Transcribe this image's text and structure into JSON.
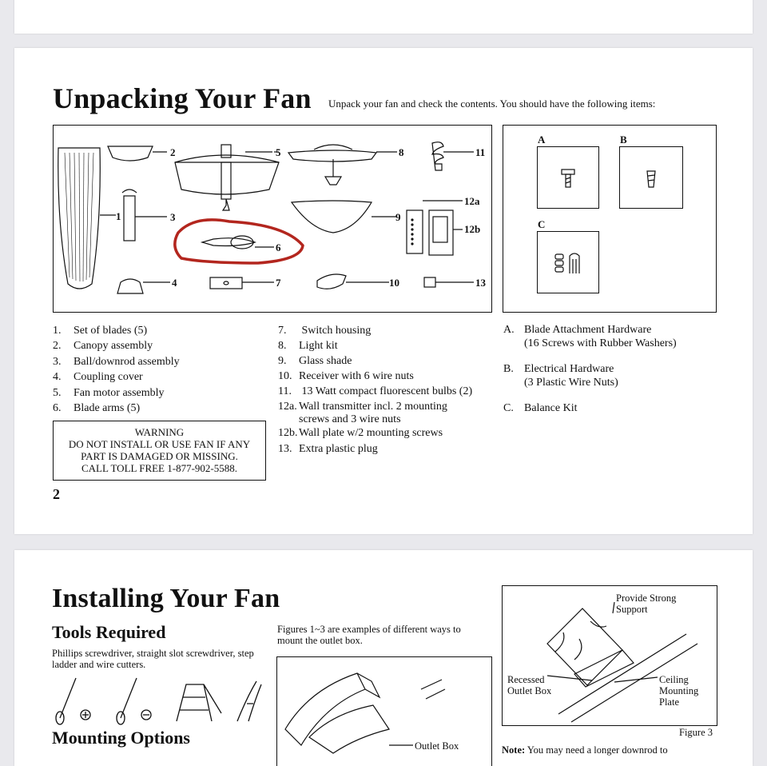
{
  "page2": {
    "title": "Unpacking Your Fan",
    "intro": "Unpack your fan and check the contents. You should have the following items:",
    "parts_list_col1": [
      {
        "num": "1.",
        "label": "Set of blades (5)"
      },
      {
        "num": "2.",
        "label": "Canopy assembly"
      },
      {
        "num": "3.",
        "label": "Ball/downrod assembly"
      },
      {
        "num": "4.",
        "label": "Coupling cover"
      },
      {
        "num": "5.",
        "label": "Fan motor assembly"
      },
      {
        "num": "6.",
        "label": "Blade arms (5)"
      }
    ],
    "parts_list_col2": [
      {
        "num": "7.",
        "label": " Switch housing"
      },
      {
        "num": "8.",
        "label": "Light kit"
      },
      {
        "num": "9.",
        "label": "Glass shade"
      },
      {
        "num": "10.",
        "label": "Receiver with 6 wire nuts"
      },
      {
        "num": "11.",
        "label": " 13 Watt compact fluorescent bulbs (2)"
      },
      {
        "num": "12a.",
        "label": "Wall transmitter incl. 2 mounting"
      },
      {
        "num": "",
        "label": "screws and 3 wire nuts"
      },
      {
        "num": "12b.",
        "label": "Wall plate w/2 mounting screws"
      },
      {
        "num": "13.",
        "label": "Extra plastic plug"
      }
    ],
    "hardware": [
      {
        "letter": "A.",
        "line1": "Blade Attachment Hardware",
        "line2": "(16 Screws with Rubber Washers)"
      },
      {
        "letter": "B.",
        "line1": "Electrical Hardware",
        "line2": "(3 Plastic Wire Nuts)"
      },
      {
        "letter": "C.",
        "line1": "Balance Kit",
        "line2": ""
      }
    ],
    "hardware_box_labels": [
      "A",
      "B",
      "C"
    ],
    "diagram_labels": [
      "1",
      "2",
      "3",
      "4",
      "5",
      "6",
      "7",
      "8",
      "9",
      "10",
      "11",
      "12a",
      "12b",
      "13"
    ],
    "warning": [
      "WARNING",
      "DO NOT INSTALL OR USE FAN IF ANY",
      "PART IS DAMAGED OR MISSING.",
      "CALL TOLL FREE 1-877-902-5588."
    ],
    "page_number": "2",
    "highlight_color": "#b3261e"
  },
  "page3": {
    "title": "Installing Your Fan",
    "tools_heading": "Tools Required",
    "tools_text": [
      "Phillips screwdriver, straight slot screwdriver, step",
      "ladder and wire cutters."
    ],
    "figures_text": [
      "Figures 1~3 are examples of different ways to",
      "mount the outlet box."
    ],
    "outlet_box_label": "Outlet Box",
    "mounting_heading": "Mounting Options",
    "fig3_support": [
      "Provide Strong",
      "Support"
    ],
    "fig3_recessed": [
      "Recessed",
      "Outlet Box"
    ],
    "fig3_ceiling": [
      "Ceiling",
      "Mounting",
      "Plate"
    ],
    "fig3_caption": "Figure 3",
    "note_label": "Note:",
    "note_text": "You may need a longer downrod to"
  }
}
